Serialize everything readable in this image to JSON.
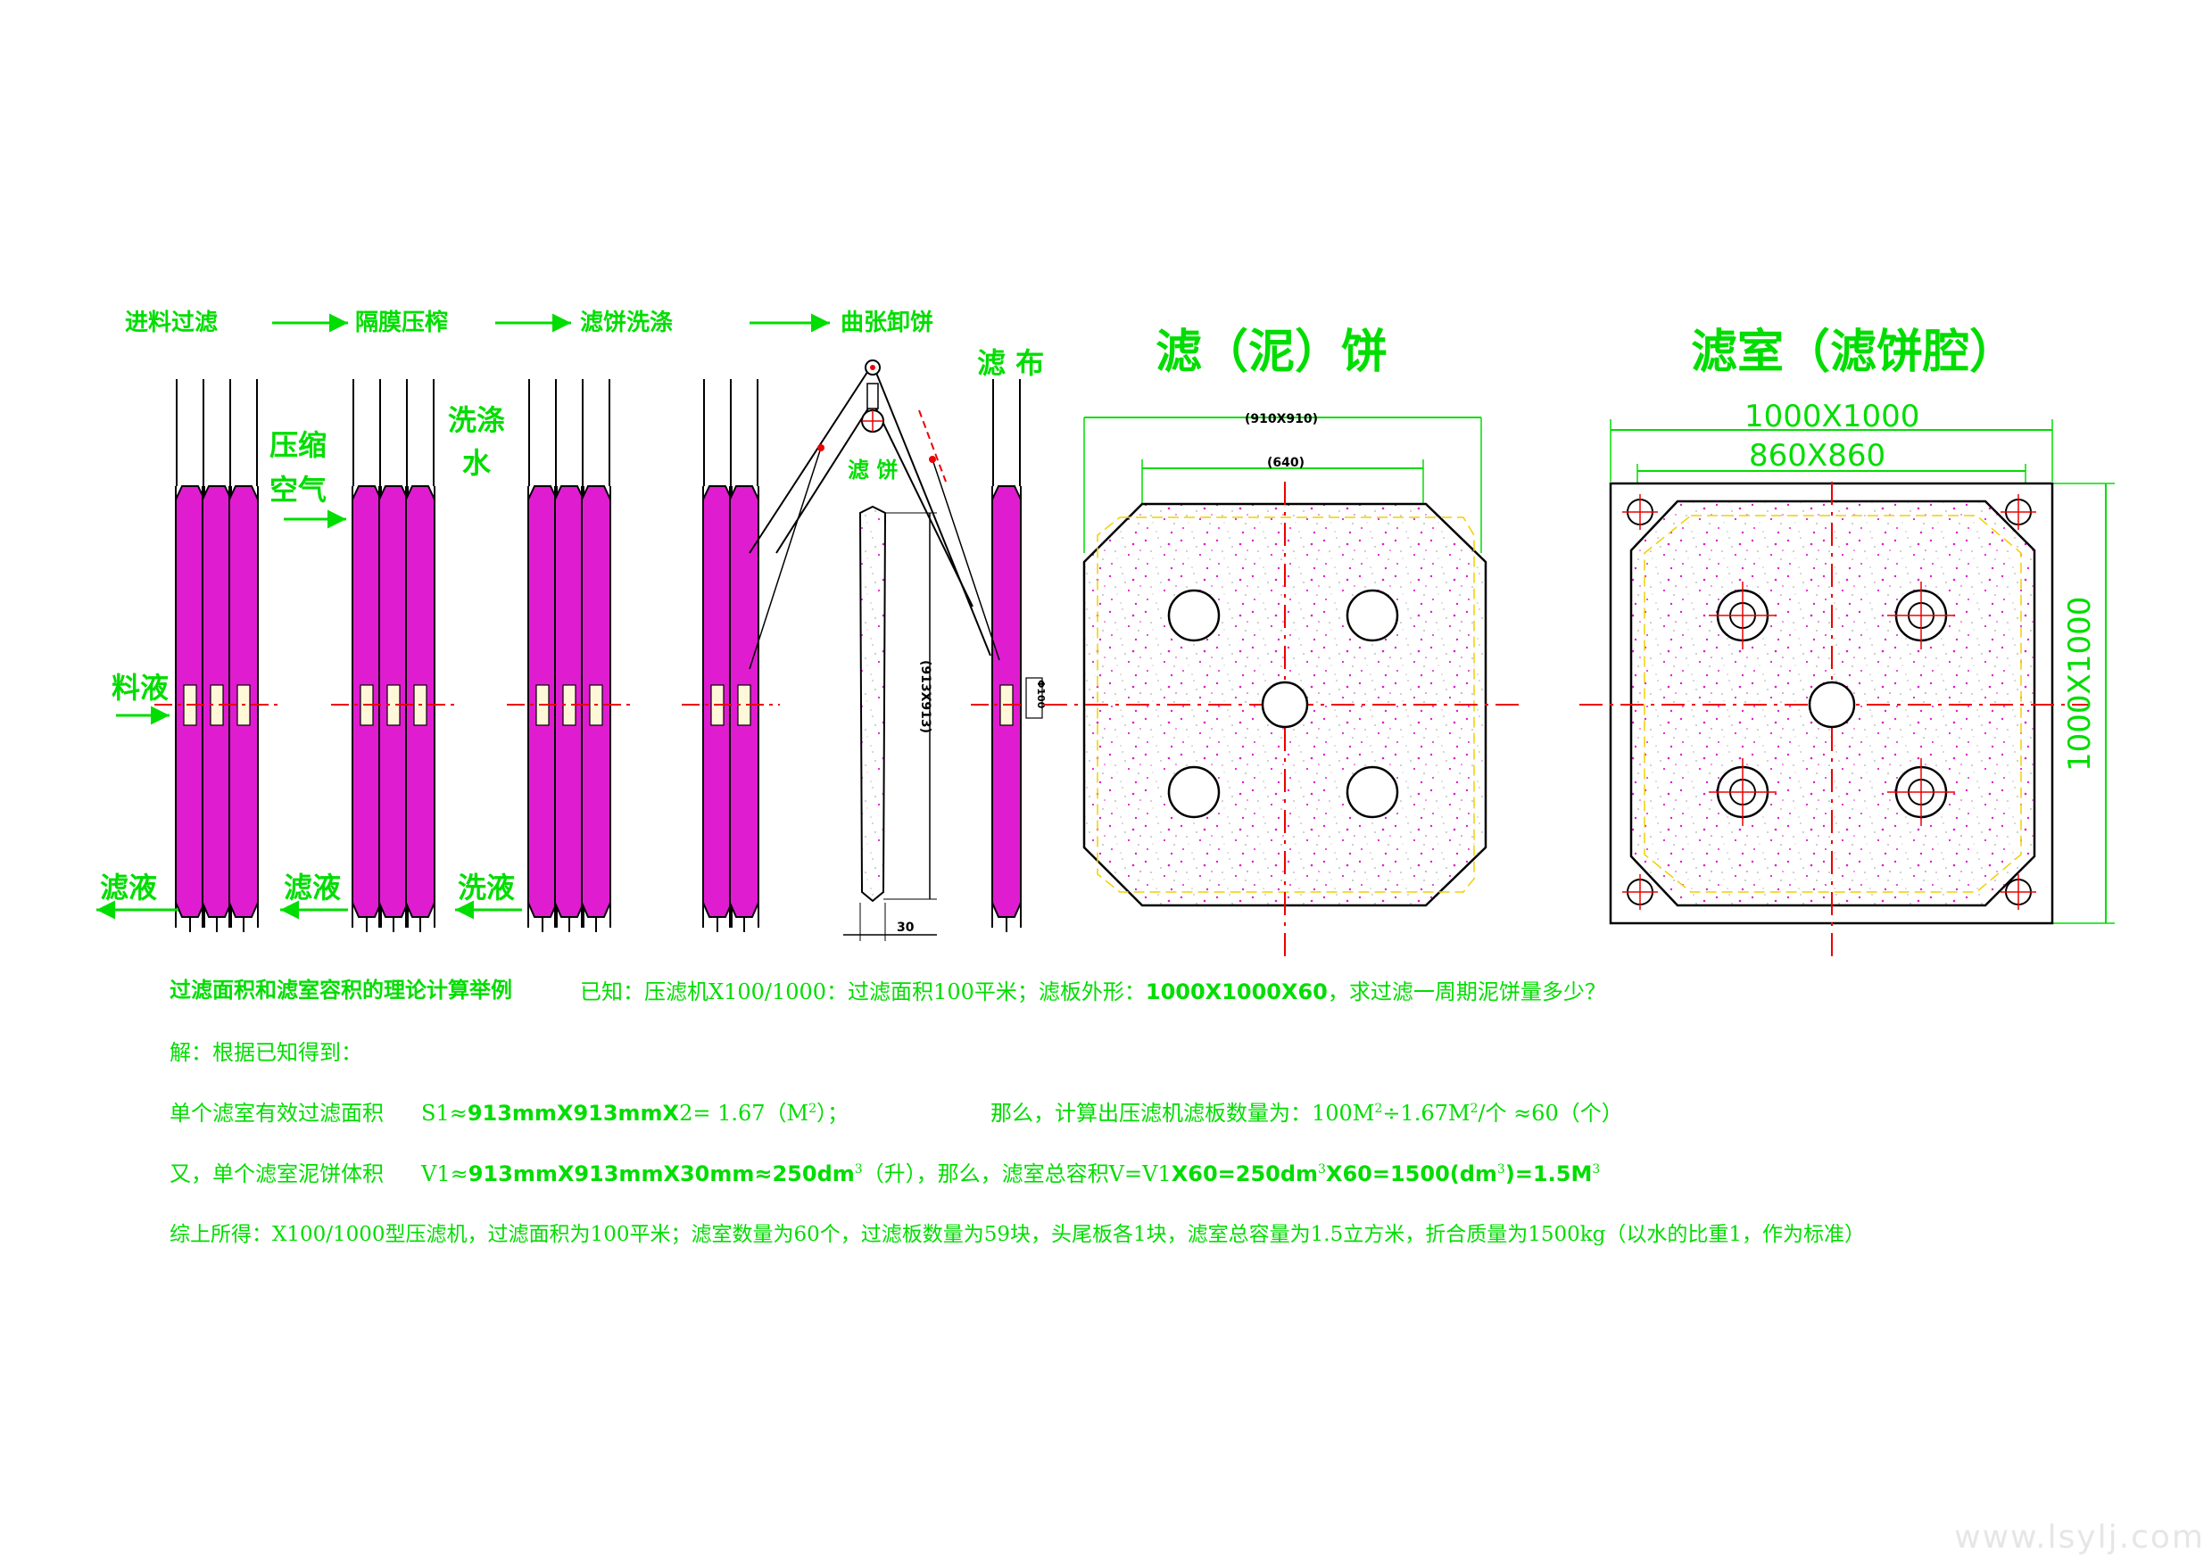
{
  "process": {
    "steps": [
      "进料过滤",
      "隔膜压榨",
      "滤饼洗涤",
      "曲张卸饼"
    ],
    "labels": {
      "cloth": "滤 布",
      "compressed_air": [
        "压缩",
        "空气"
      ],
      "wash_water": [
        "洗涤",
        "水"
      ],
      "feed": "料液",
      "filtrate": "滤液",
      "wash_liquid": "洗液",
      "cake": "滤 饼"
    },
    "dims": {
      "cake_length": "(913X913)",
      "cake_thickness": "30",
      "port": "Φ100"
    }
  },
  "cake_diagram": {
    "title": "滤（泥）饼",
    "outer_dim": "(910X910)",
    "inner_dim": "(640)"
  },
  "chamber_diagram": {
    "title": "滤室（滤饼腔）",
    "outer_dim": "1000X1000",
    "inner_dim": "860X860",
    "side_dim": "1000X1000"
  },
  "calc": {
    "heading": "过滤面积和滤室容积的理论计算举例",
    "question_a": "已知：压滤机X100/1000：过滤面积100平米；滤板外形：",
    "question_b": "1000X1000X60",
    "question_c": "，求过滤一周期泥饼量多少？",
    "solve": "解：根据已知得到：",
    "s1_label": "单个滤室有效过滤面积",
    "s1_a": "S1≈",
    "s1_b": "913mmX913mmX",
    "s1_c": "2= 1.67（M",
    "s1_sup": "2",
    "s1_d": "）；",
    "count_a": "那么，计算出压滤机滤板数量为：100M",
    "count_sup1": "2",
    "count_b": "÷1.67M",
    "count_sup2": "2",
    "count_c": "/个  ≈60（个）",
    "v1_label": "又，单个滤室泥饼体积",
    "v1_a": "V1≈",
    "v1_b": "913mmX913mmX30mm≈250dm",
    "v1_sup": "3",
    "v1_c": "（升），那么，滤室总容积V=V1",
    "v1_d": "X60=250dm",
    "v1_sup2": "3",
    "v1_e": "X60=1500(dm",
    "v1_sup3": "3",
    "v1_f": ")=1.5M",
    "v1_sup4": "3",
    "summary": "综上所得：X100/1000型压滤机，过滤面积为100平米；滤室数量为60个，过滤板数量为59块，头尾板各1块，滤室总容量为1.5立方米，折合质量为1500kg（以水的比重1，作为标准）"
  },
  "watermark": "www.lsylj.com",
  "colors": {
    "green": "#00dd00",
    "magenta": "#e01cd0",
    "red": "#ee0000",
    "black": "#000000"
  }
}
